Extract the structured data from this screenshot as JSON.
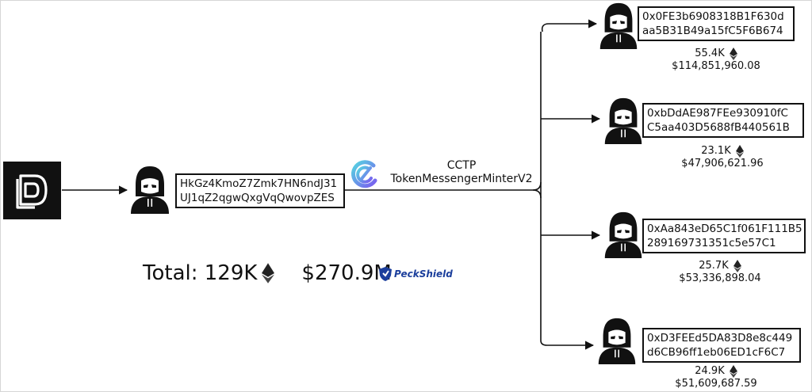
{
  "source": {
    "address_line1": "HkGz4KmoZ7Zmk7HN6ndJ31",
    "address_line2": "UJ1qZ2qgwQxgVqQwovpZES"
  },
  "bridge": {
    "name": "CCTP",
    "contract": "TokenMessengerMinterV2"
  },
  "destinations": [
    {
      "address_line1": "0x0FE3b6908318B1F630d",
      "address_line2": "aa5B31B49a15fC5F6B674",
      "eth_amount": "55.4K",
      "usd_amount": "$114,851,960.08"
    },
    {
      "address_line1": "0xbDdAE987FEe930910fC",
      "address_line2": "C5aa403D5688fB440561B",
      "eth_amount": "23.1K",
      "usd_amount": "$47,906,621.96"
    },
    {
      "address_line1": "0xAa843eD65C1f061F111B5",
      "address_line2": "289169731351c5e57C1",
      "eth_amount": "25.7K",
      "usd_amount": "$53,336,898.04"
    },
    {
      "address_line1": "0xD3FEEd5DA83D8e8c449",
      "address_line2": "d6CB96ff1eb06ED1cF6C7",
      "eth_amount": "24.9K",
      "usd_amount": "$51,609,687.59"
    }
  ],
  "totals": {
    "label": "Total: 129K",
    "usd": "$270.9M"
  },
  "watermark": "PeckShield",
  "icons": {
    "protocol_logo": "drift-logo-icon",
    "attacker": "hacker-icon",
    "ethereum": "ethereum-icon",
    "cctp": "circle-cctp-icon",
    "watermark": "peckshield-logo-icon"
  },
  "colors": {
    "line": "#111111",
    "cctp_gradient_start": "#54d6e0",
    "cctp_gradient_end": "#7a5cf0",
    "peckshield_blue": "#1c3f9c"
  }
}
